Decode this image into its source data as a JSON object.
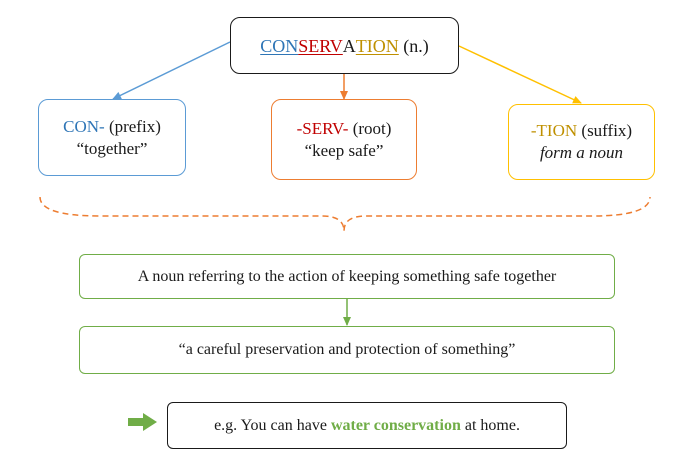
{
  "colors": {
    "prefix": "#2e75b6",
    "root": "#c00000",
    "suffix": "#bf9000",
    "prefix_border": "#5b9bd5",
    "root_border": "#ed7d31",
    "suffix_border": "#ffc000",
    "green": "#70ad47"
  },
  "word": {
    "part_con": "CON",
    "part_serv": "SERV",
    "part_a": "A",
    "part_tion": "TION",
    "pos": " (n.)"
  },
  "morphemes": [
    {
      "label": "CON-",
      "type": " (prefix)",
      "meaning": "“together”"
    },
    {
      "label": "-SERV-",
      "type": " (root)",
      "meaning": "“keep safe”"
    },
    {
      "label": "-TION",
      "type": " (suffix)",
      "meaning": "form a noun"
    }
  ],
  "meaning": "A noun referring to the action of keeping something safe together",
  "definition": "“a careful preservation and protection of something”",
  "example": {
    "before": "e.g. You can have ",
    "highlight": "water conservation",
    "after": " at home."
  },
  "icons": {
    "arrow": "right-arrow-icon",
    "brace": "curly-brace-icon"
  }
}
